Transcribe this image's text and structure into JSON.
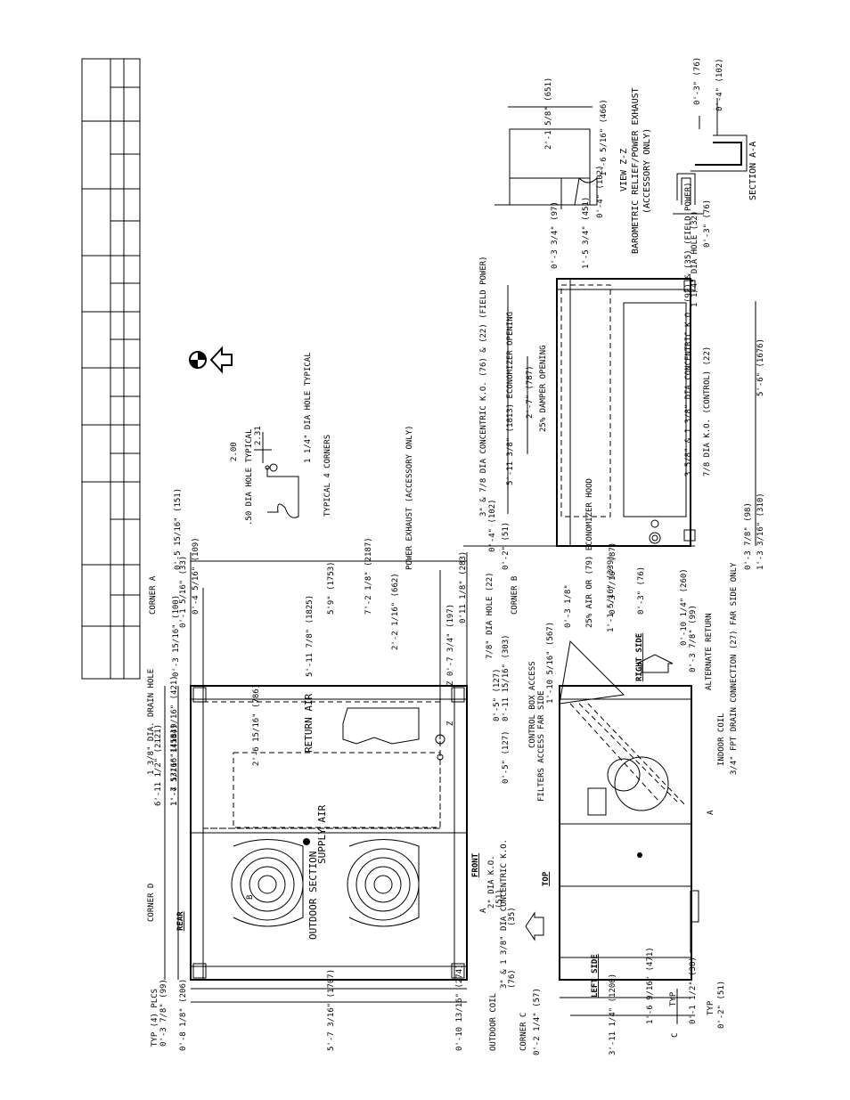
{
  "table": {
    "rows": 8
  },
  "symbols": {
    "center_of_gravity": "center-of-gravity-symbol",
    "direction_arrow": "up-arrow-icon"
  },
  "top_view": {
    "labels": [
      "TYP (4) PLCS",
      "0'-3 7/8\" (99)",
      "0'-8 1/8\" (206)",
      "5'-7 3/16\" (1707)",
      "0'-10 13/16\" (274)",
      "OUTDOOR COIL",
      "CORNER C",
      "CORNER D",
      "REAR",
      "OUTDOOR SECTION",
      "SUPPLY AIR",
      "FRONT",
      "A",
      "B",
      "3\" & 1 3/8\" DIA CONCENTRIC K.O.",
      "(76)",
      "(35)",
      "2\" DIA K.O.",
      "(51)",
      "6'-11 1/2\" (2121)",
      "1'-7 13/16\" (504)",
      "1 3/8\" DIA. DRAIN HOLE",
      "1'-4 9/16\" (421)",
      "1'-4 5/16\" (415)",
      "2'-6 15/16\" (786)",
      "RETURN AIR",
      "0'-3 15/16\" (100)",
      "0'-1 5/16\" (33)",
      "0'-4 5/16\" (109)",
      "CORNER A",
      "0'-5 15/16\" (151)",
      "5'-11 7/8\" (1825)",
      "5'9\" (1753)",
      "7'-2 1/8\" (2187)",
      "2'-2 1/16\" (662)",
      "POWER EXHAUST (ACCESSORY ONLY)",
      "Z",
      "Z 0'-7 3/4\" (197)",
      "0'11 1/8\" (283)",
      "7/8\" DIA HOLE (22)",
      "CORNER B",
      "0'-5\" (127)",
      "0'-11 15/16\" (303)",
      "0'-5\" (127)"
    ]
  },
  "corner_detail": {
    "labels": [
      "2.31",
      "2.00",
      ".50 DIA HOLE TYPICAL",
      "1 1/4\" DIA HOLE TYPICAL",
      "TYPICAL 4 CORNERS"
    ]
  },
  "left_side_view": {
    "labels": [
      "TOP",
      "LEFT SIDE",
      "0'-2 1/4\" (57)",
      "3'-11 1/4\" (1200)",
      "C",
      "1'-6 9/16\" (471)",
      "0'-1 1/2\" (38)",
      "TYP",
      "TYP",
      "0'-2\" (51)",
      "FILTERS ACCESS FAR SIDE",
      "CONTROL BOX ACCESS",
      "1'-10 5/16\" (567)",
      "A",
      "INDOOR COIL",
      "3/4\" FPT DRAIN CONNECTION (27) FAR SIDE ONLY",
      "ALTERNATE RETURN",
      "0'-10 1/4\" (260)",
      "0'-3 7/8\" (99)",
      "1'-1 5/16\" (339)",
      "RIGHT SIDE",
      "0'-3 7/16\" (87)",
      "0'-3\" (76)",
      "25% AIR OR (79) ECONOMIZER HOOD",
      "0'-3 1/8\""
    ]
  },
  "right_side_view": {
    "labels": [
      "0'-4\" (102)",
      "0'-2\" (51)",
      "3\" & 7/8 DIA CONCENTRIC K.O. (76) & (22) (FIELD POWER)",
      "5'-11 3/8\" (1813) ECONOMIZER OPENING",
      "2'-7\" (787)",
      "25% DAMPER OPENING",
      "3 5/8\" & 1 3/8\" DIA CONCENTRIC K.O. (92) & (35) (FIELD POWER)",
      "7/8 DIA K.O. (CONTROL) (22)",
      "0'-3 7/8\" (98)",
      "1'-3 3/16\" (310)",
      "5'-6\" (1676)",
      "0'-3 3/4\" (97)",
      "1'-5 3/4\" (451)",
      "1 1/4\" DIA HOLE (32)",
      "0'-3\" (76)"
    ]
  },
  "view_zz": {
    "labels": [
      "2'-1 5/8\" (651)",
      "1'-6 5/16\" (466)",
      "0'-4\" (102)",
      "VIEW Z-Z",
      "BAROMETRIC RELIEF/POWER EXHAUST",
      "(ACCESSORY ONLY)"
    ]
  },
  "section_aa": {
    "labels": [
      "0'-3\" (76)",
      "0'-4\" (102)",
      "SECTION A-A"
    ]
  }
}
